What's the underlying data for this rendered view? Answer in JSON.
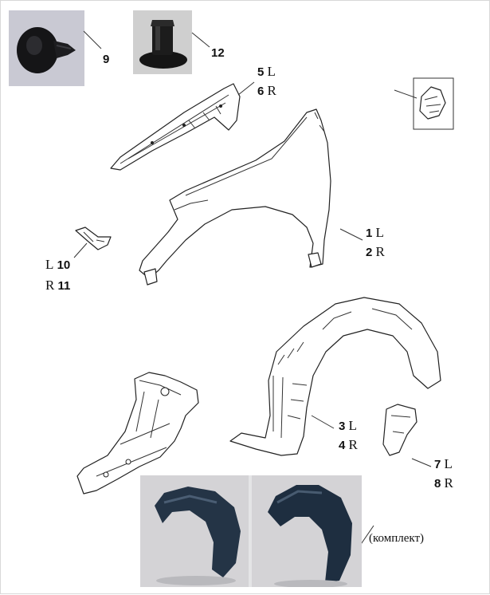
{
  "diagram": {
    "kit_label": "(комплект)",
    "parts": [
      {
        "id": "clip",
        "nums": [
          "9"
        ]
      },
      {
        "id": "fastener",
        "nums": [
          "12"
        ]
      },
      {
        "id": "bracket_top",
        "nums": [
          "5",
          "6"
        ],
        "sides": [
          "L",
          "R"
        ]
      },
      {
        "id": "fender",
        "nums": [
          "1",
          "2"
        ],
        "sides": [
          "L",
          "R"
        ]
      },
      {
        "id": "small_bracket",
        "nums": [
          "10",
          "11"
        ],
        "sides": [
          "L",
          "R"
        ]
      },
      {
        "id": "liner",
        "nums": [
          "3",
          "4"
        ],
        "sides": [
          "L",
          "R"
        ]
      },
      {
        "id": "mudflap",
        "nums": [
          "7",
          "8"
        ],
        "sides": [
          "L",
          "R"
        ]
      }
    ]
  }
}
